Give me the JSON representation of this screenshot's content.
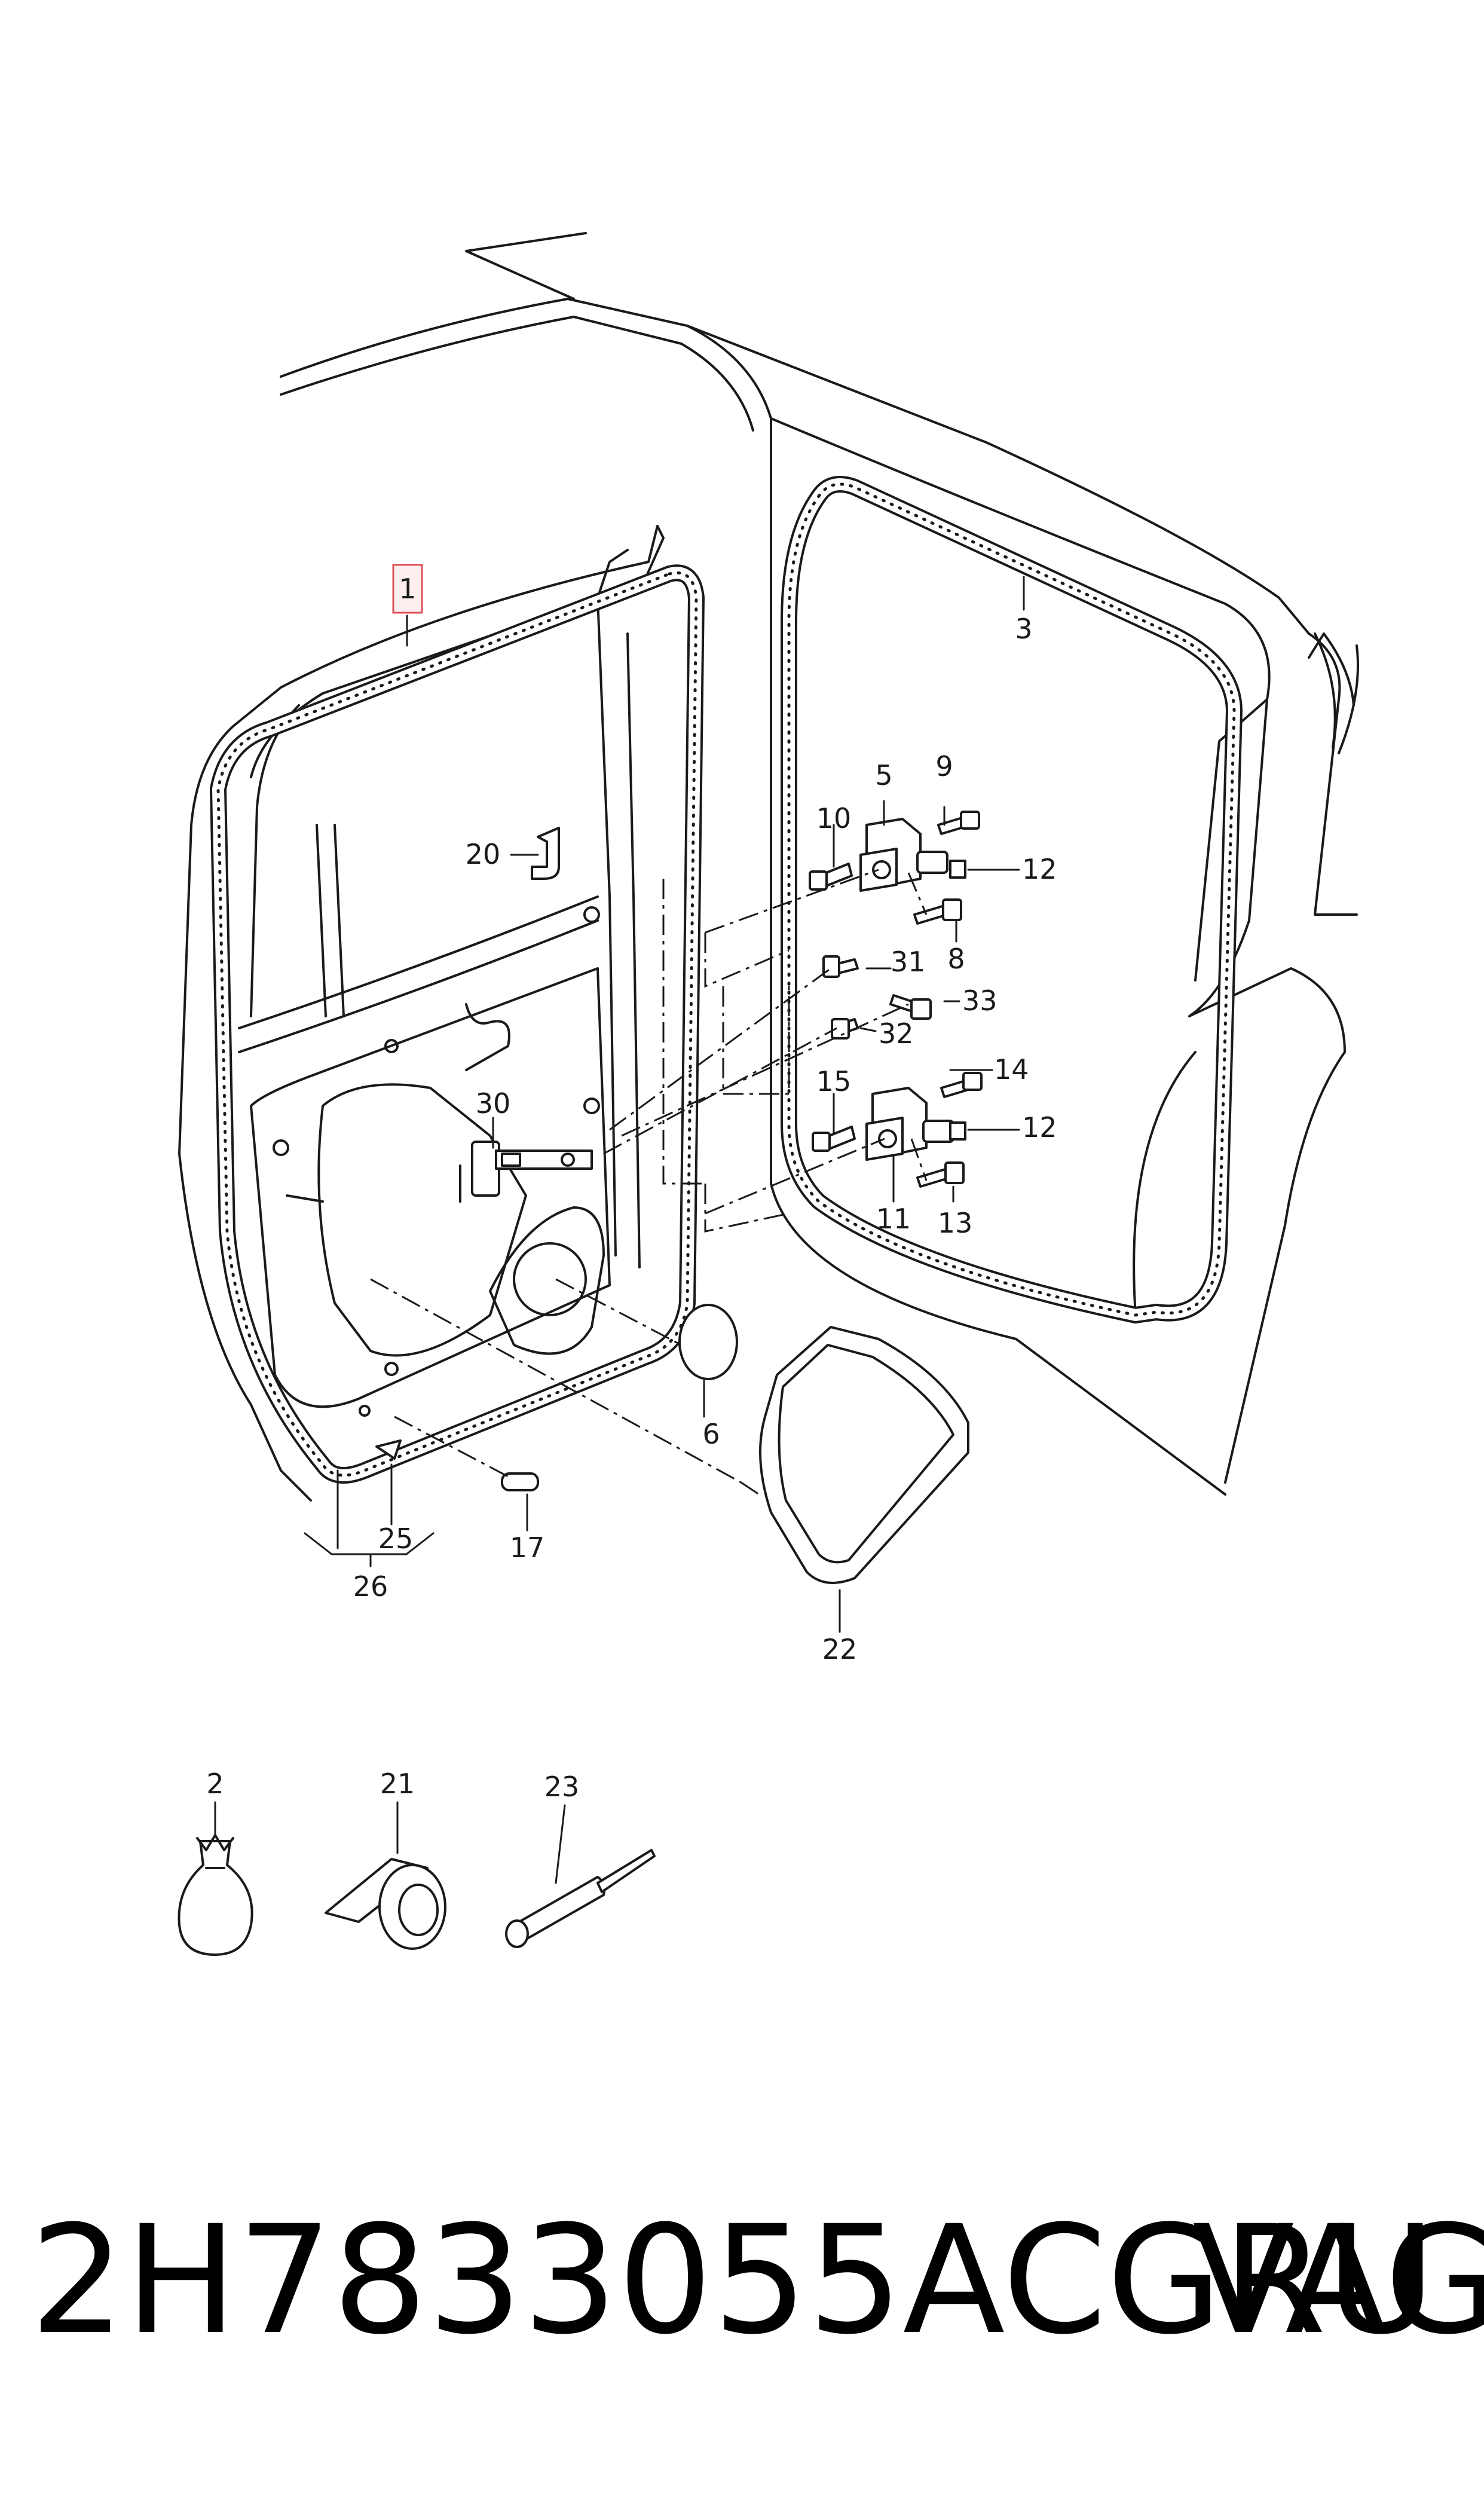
{
  "labels": {
    "l1": "1",
    "l2": "2",
    "l3": "3",
    "l5": "5",
    "l6": "6",
    "l8": "8",
    "l9": "9",
    "l10": "10",
    "l11": "11",
    "l12a": "12",
    "l12b": "12",
    "l13": "13",
    "l14": "14",
    "l15": "15",
    "l17": "17",
    "l20": "20",
    "l21": "21",
    "l22": "22",
    "l23": "23",
    "l25": "25",
    "l26": "26",
    "l30": "30",
    "l31": "31",
    "l32": "32",
    "l33": "33"
  },
  "highlight_color": "#e0505a",
  "footer": {
    "part_number": "2H7833055ACGRU",
    "brand": "VAG"
  }
}
